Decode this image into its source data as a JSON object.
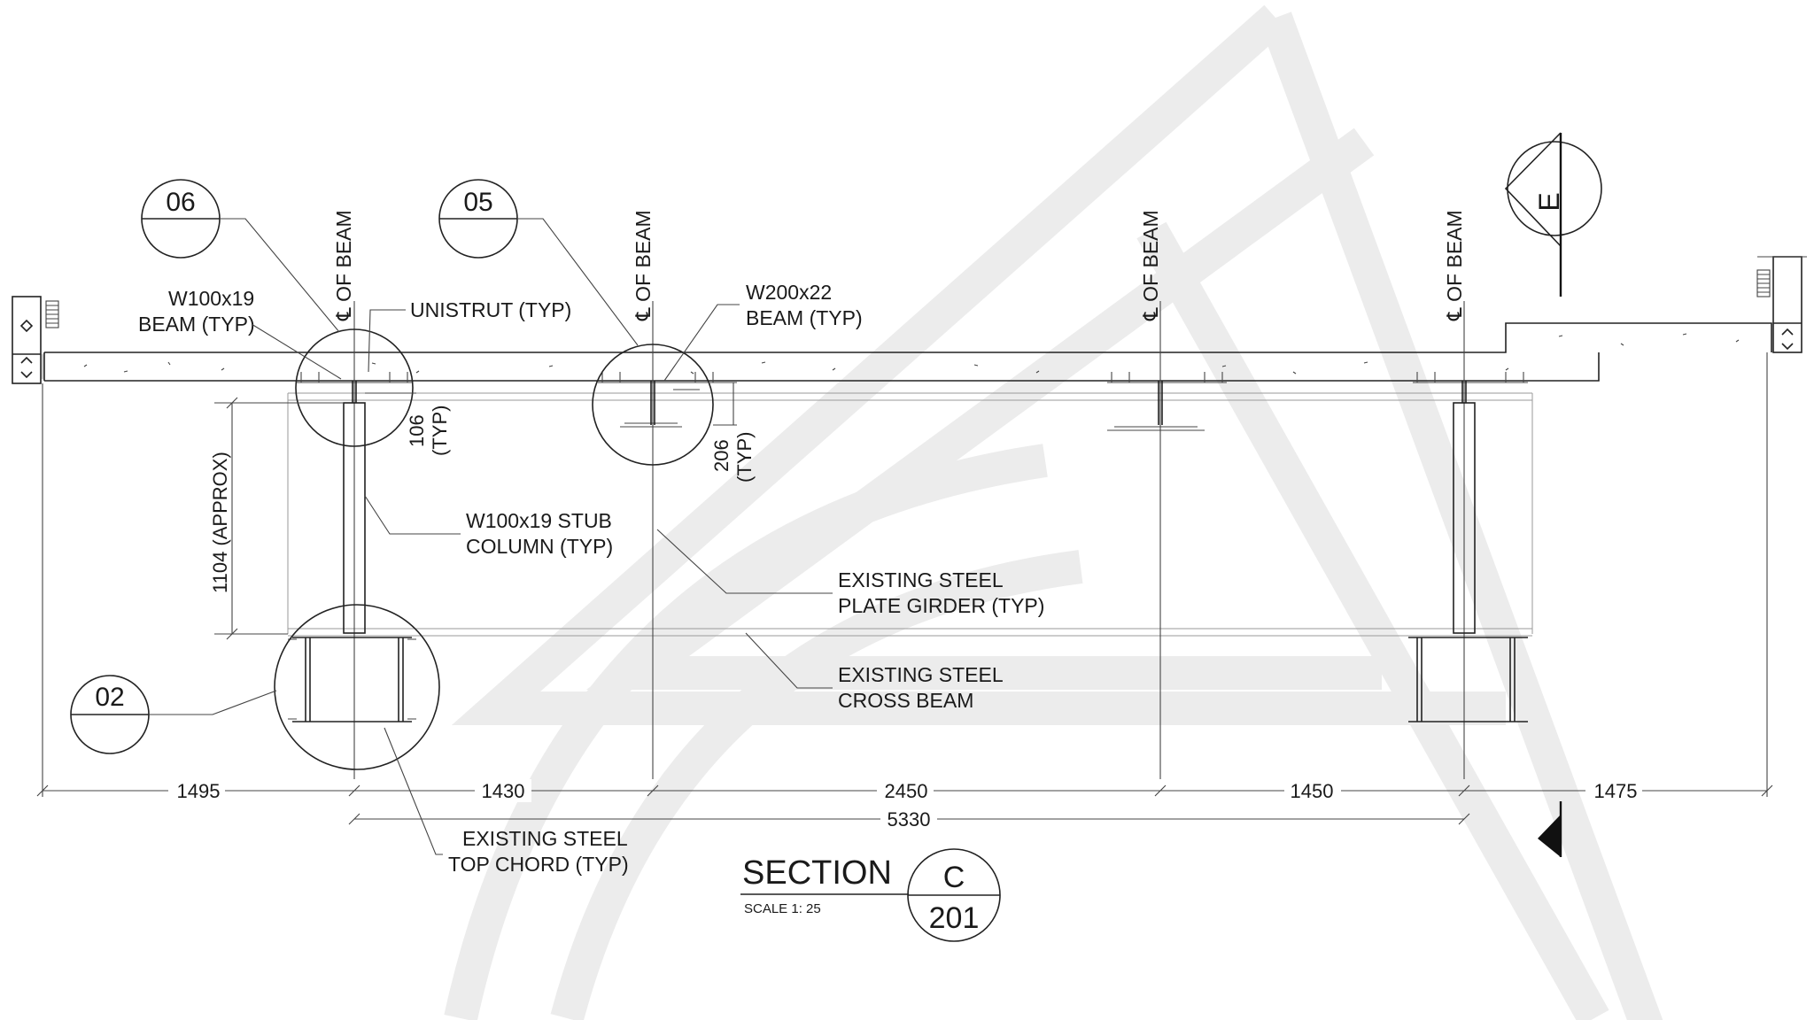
{
  "bubbles": {
    "b06": "06",
    "b05": "05",
    "b02": "02"
  },
  "centerlines": {
    "cl1": "℄ OF BEAM",
    "cl2": "℄ OF BEAM",
    "cl3": "℄ OF BEAM",
    "cl4": "℄ OF BEAM"
  },
  "labels": {
    "w100_beam_1": "W100x19",
    "w100_beam_2": "BEAM (TYP)",
    "unistrut": "UNISTRUT (TYP)",
    "w200_beam_1": "W200x22",
    "w200_beam_2": "BEAM (TYP)",
    "stub_col_1": "W100x19 STUB",
    "stub_col_2": "COLUMN (TYP)",
    "girder_1": "EXISTING STEEL",
    "girder_2": "PLATE GIRDER (TYP)",
    "cross_1": "EXISTING STEEL",
    "cross_2": "CROSS BEAM",
    "chord_1": "EXISTING STEEL",
    "chord_2": "TOP CHORD (TYP)"
  },
  "vertical_dims": {
    "d106_1": "106",
    "d106_2": "(TYP)",
    "d206_1": "206",
    "d206_2": "(TYP)",
    "d1104": "1104 (APPROX)"
  },
  "horizontal_dims": {
    "d1495": "1495",
    "d1430": "1430",
    "d2450": "2450",
    "d1450": "1450",
    "d1475": "1475",
    "d5330": "5330"
  },
  "title": {
    "section": "SECTION",
    "scale": "SCALE 1: 25",
    "section_id": "C",
    "sheet": "201"
  },
  "north_marker": "E"
}
